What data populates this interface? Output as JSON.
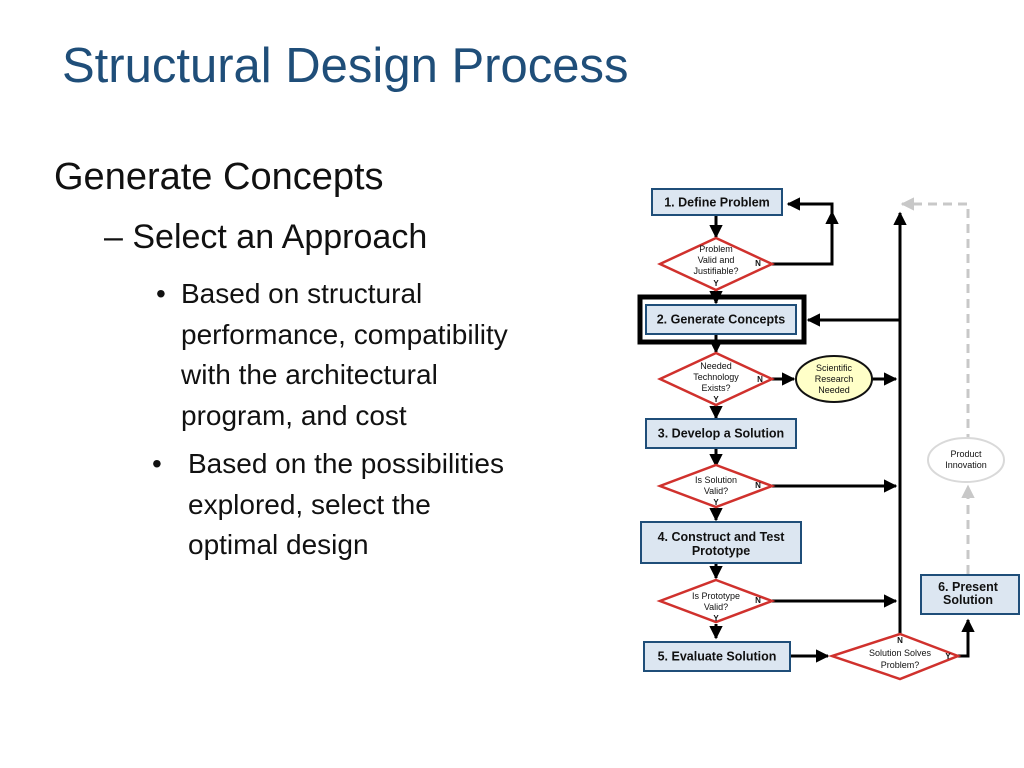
{
  "slide": {
    "title": "Structural Design Process",
    "level1": "Generate Concepts",
    "level2": "– Select an Approach",
    "bullet_char": "•",
    "bullet1_lines": [
      "Based on structural",
      "performance, compatibility",
      "with the architectural",
      "program, and cost"
    ],
    "bullet2_lines": [
      "Based on the possibilities",
      "explored, select the",
      "optimal design"
    ]
  },
  "diagram": {
    "boxes": {
      "define": [
        "1. Define Problem"
      ],
      "generate": [
        "2. Generate Concepts"
      ],
      "develop": [
        "3. Develop a Solution"
      ],
      "construct": [
        "4. Construct and Test",
        "Prototype"
      ],
      "evaluate": [
        "5.  Evaluate Solution"
      ],
      "present": [
        "6.  Present",
        "Solution"
      ]
    },
    "decisions": {
      "d1": [
        "Problem",
        "Valid and",
        "Justifiable?"
      ],
      "d2": [
        "Needed",
        "Technology",
        "Exists?"
      ],
      "d3": [
        "Is Solution",
        "Valid?"
      ],
      "d4": [
        "Is Prototype",
        "Valid?"
      ],
      "d5": [
        "Solution  Solves",
        "Problem?"
      ]
    },
    "ovals": {
      "research": [
        "Scientific",
        "Research",
        "Needed"
      ],
      "innovation": [
        "Product",
        "Innovation"
      ]
    },
    "yes": "Y",
    "no": "N",
    "colors": {
      "box_fill": "#dce6f1",
      "box_stroke": "#1f4e79",
      "decision_stroke": "#d0312d",
      "research_fill": "#ffffc8",
      "innovation_stroke": "#d9d9d9",
      "highlight": "#000000",
      "dashed": "#c8c8c8"
    }
  }
}
